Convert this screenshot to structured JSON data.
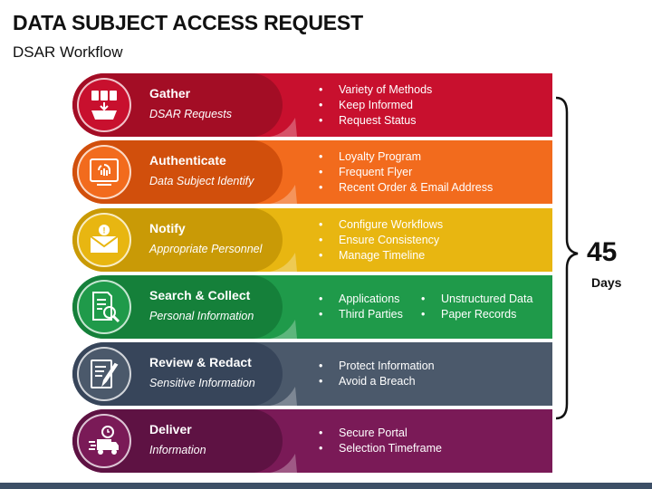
{
  "title": "DATA SUBJECT ACCESS REQUEST",
  "subtitle": "DSAR Workflow",
  "duration": {
    "number": "45",
    "label": "Days"
  },
  "steps": [
    {
      "heading": "Gather",
      "sub": "DSAR Requests",
      "color": "#c8102e",
      "dark": "#a30d25",
      "icon": "documents-tray-icon",
      "bullets": [
        "Variety of Methods",
        "Keep Informed",
        "Request Status"
      ],
      "bullets2": []
    },
    {
      "heading": "Authenticate",
      "sub": "Data Subject Identify",
      "color": "#f26b1d",
      "dark": "#d14f0c",
      "icon": "fingerprint-screen-icon",
      "bullets": [
        "Loyalty Program",
        "Frequent Flyer",
        "Recent Order & Email Address"
      ],
      "bullets2": []
    },
    {
      "heading": "Notify",
      "sub": "Appropriate Personnel",
      "color": "#e8b611",
      "dark": "#c99a06",
      "icon": "envelope-alert-icon",
      "bullets": [
        "Configure Workflows",
        "Ensure Consistency",
        "Manage Timeline"
      ],
      "bullets2": []
    },
    {
      "heading": "Search & Collect",
      "sub": "Personal Information",
      "color": "#1f9a4a",
      "dark": "#15803a",
      "icon": "document-search-icon",
      "bullets": [
        "Applications",
        "Third Parties"
      ],
      "bullets2": [
        "Unstructured Data",
        "Paper Records"
      ]
    },
    {
      "heading": "Review & Redact",
      "sub": "Sensitive Information",
      "color": "#4b596b",
      "dark": "#37455a",
      "icon": "edit-document-icon",
      "bullets": [
        "Protect Information",
        "Avoid a Breach"
      ],
      "bullets2": []
    },
    {
      "heading": "Deliver",
      "sub": "Information",
      "color": "#7a1a57",
      "dark": "#5e1243",
      "icon": "delivery-truck-icon",
      "bullets": [
        "Secure Portal",
        "Selection Timeframe"
      ],
      "bullets2": []
    }
  ]
}
